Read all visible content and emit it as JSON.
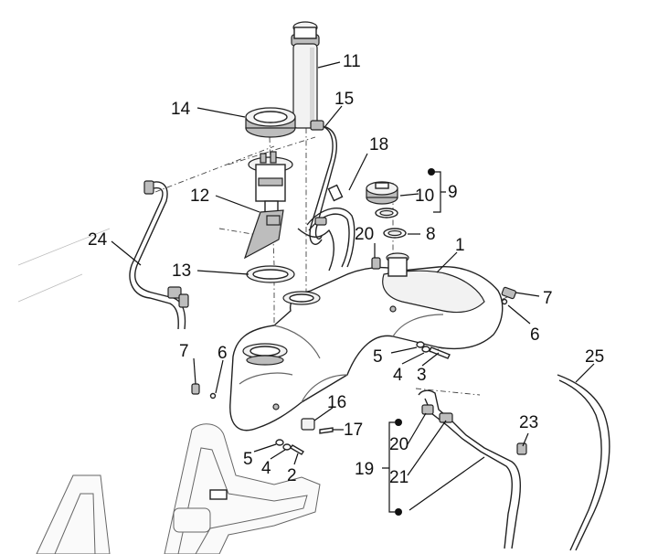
{
  "diagram": {
    "callouts": {
      "c1": "1",
      "c2": "2",
      "c3": "3",
      "c4a": "4",
      "c4b": "4",
      "c5a": "5",
      "c5b": "5",
      "c6a": "6",
      "c6b": "6",
      "c7a": "7",
      "c7b": "7",
      "c8": "8",
      "c9": "9",
      "c10": "10",
      "c11": "11",
      "c12": "12",
      "c13": "13",
      "c14": "14",
      "c15": "15",
      "c16": "16",
      "c17": "17",
      "c18": "18",
      "c19": "19",
      "c20a": "20",
      "c20b": "20",
      "c21": "21",
      "c23": "23",
      "c24": "24",
      "c25": "25"
    }
  }
}
